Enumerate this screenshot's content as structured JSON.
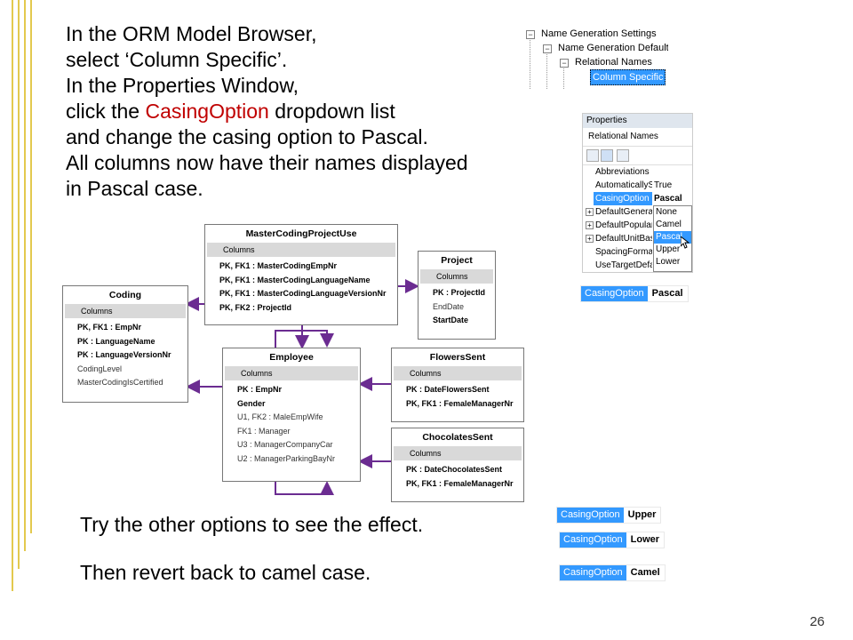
{
  "instructions": {
    "lines": [
      "In the ORM Model Browser,",
      "select ‘Column Specific’.",
      "In the Properties Window,",
      "click the ",
      "and change the casing option to Pascal.",
      "All columns now have their names displayed",
      "in Pascal case."
    ],
    "highlight": "CasingOption",
    "line4_tail": " dropdown list"
  },
  "bottom": {
    "line1": "Try the other options to see the effect.",
    "line2": "Then revert back to camel case."
  },
  "page_number": "26",
  "tree": {
    "nodes": [
      "Name Generation Settings",
      "Name Generation Defaults",
      "Relational Names",
      "Column Specific"
    ]
  },
  "properties": {
    "title": "Properties",
    "subtitle": "Relational Names",
    "rows": [
      {
        "name": "Abbreviations",
        "value": ""
      },
      {
        "name": "AutomaticallyS",
        "value": "True"
      },
      {
        "name": "CasingOption",
        "value": "Pascal"
      },
      {
        "name": "DefaultGeneral",
        "value": ""
      },
      {
        "name": "DefaultPopular",
        "value": ""
      },
      {
        "name": "DefaultUnitBase",
        "value": ""
      },
      {
        "name": "SpacingFormat",
        "value": ""
      },
      {
        "name": "UseTargetDefau",
        "value": ""
      }
    ],
    "dropdown": [
      "None",
      "Camel",
      "Pascal",
      "Upper",
      "Lower"
    ],
    "dropdown_selected": "Pascal"
  },
  "chips": [
    {
      "key": "CasingOption",
      "value": "Pascal"
    },
    {
      "key": "CasingOption",
      "value": "Upper"
    },
    {
      "key": "CasingOption",
      "value": "Lower"
    },
    {
      "key": "CasingOption",
      "value": "Camel"
    }
  ],
  "entities": {
    "mcpu": {
      "title": "MasterCodingProjectUse",
      "columns": "Columns",
      "rows": [
        "PK, FK1 : MasterCodingEmpNr",
        "PK, FK1 : MasterCodingLanguageName",
        "PK, FK1 : MasterCodingLanguageVersionNr",
        "PK, FK2 : ProjectId"
      ]
    },
    "project": {
      "title": "Project",
      "columns": "Columns",
      "rows": [
        "PK : ProjectId",
        "EndDate",
        "StartDate"
      ]
    },
    "coding": {
      "title": "Coding",
      "columns": "Columns",
      "rows": [
        "PK, FK1 : EmpNr",
        "PK : LanguageName",
        "PK : LanguageVersionNr",
        "CodingLevel",
        "MasterCodingIsCertified"
      ]
    },
    "employee": {
      "title": "Employee",
      "columns": "Columns",
      "rows": [
        "PK : EmpNr",
        "Gender",
        "U1, FK2 : MaleEmpWife",
        "FK1 : Manager",
        "U3 : ManagerCompanyCar",
        "U2 : ManagerParkingBayNr"
      ]
    },
    "flowers": {
      "title": "FlowersSent",
      "columns": "Columns",
      "rows": [
        "PK : DateFlowersSent",
        "PK, FK1 : FemaleManagerNr"
      ]
    },
    "chocolates": {
      "title": "ChocolatesSent",
      "columns": "Columns",
      "rows": [
        "PK : DateChocolatesSent",
        "PK, FK1 : FemaleManagerNr"
      ]
    }
  }
}
